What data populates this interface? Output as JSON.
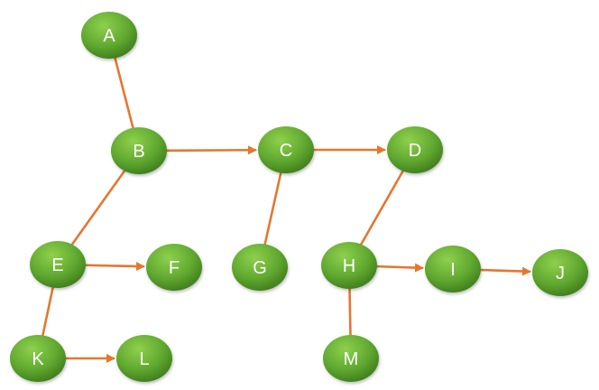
{
  "colors": {
    "node_fill": "#5fa82f",
    "node_highlight": "#8fd04d",
    "node_shadow": "#3d7a1c",
    "edge": "#e4772f",
    "label": "#ffffff"
  },
  "nodes": [
    {
      "id": "A",
      "label": "A"
    },
    {
      "id": "B",
      "label": "B"
    },
    {
      "id": "C",
      "label": "C"
    },
    {
      "id": "D",
      "label": "D"
    },
    {
      "id": "E",
      "label": "E"
    },
    {
      "id": "F",
      "label": "F"
    },
    {
      "id": "G",
      "label": "G"
    },
    {
      "id": "H",
      "label": "H"
    },
    {
      "id": "I",
      "label": "I"
    },
    {
      "id": "J",
      "label": "J"
    },
    {
      "id": "K",
      "label": "K"
    },
    {
      "id": "L",
      "label": "L"
    },
    {
      "id": "M",
      "label": "M"
    }
  ],
  "edges": [
    {
      "from": "A",
      "to": "B",
      "directed": false
    },
    {
      "from": "B",
      "to": "C",
      "directed": true
    },
    {
      "from": "C",
      "to": "D",
      "directed": true
    },
    {
      "from": "B",
      "to": "E",
      "directed": false
    },
    {
      "from": "E",
      "to": "F",
      "directed": true
    },
    {
      "from": "C",
      "to": "G",
      "directed": false
    },
    {
      "from": "D",
      "to": "H",
      "directed": false
    },
    {
      "from": "H",
      "to": "I",
      "directed": true
    },
    {
      "from": "I",
      "to": "J",
      "directed": true
    },
    {
      "from": "E",
      "to": "K",
      "directed": false
    },
    {
      "from": "K",
      "to": "L",
      "directed": true
    },
    {
      "from": "H",
      "to": "M",
      "directed": false
    }
  ]
}
